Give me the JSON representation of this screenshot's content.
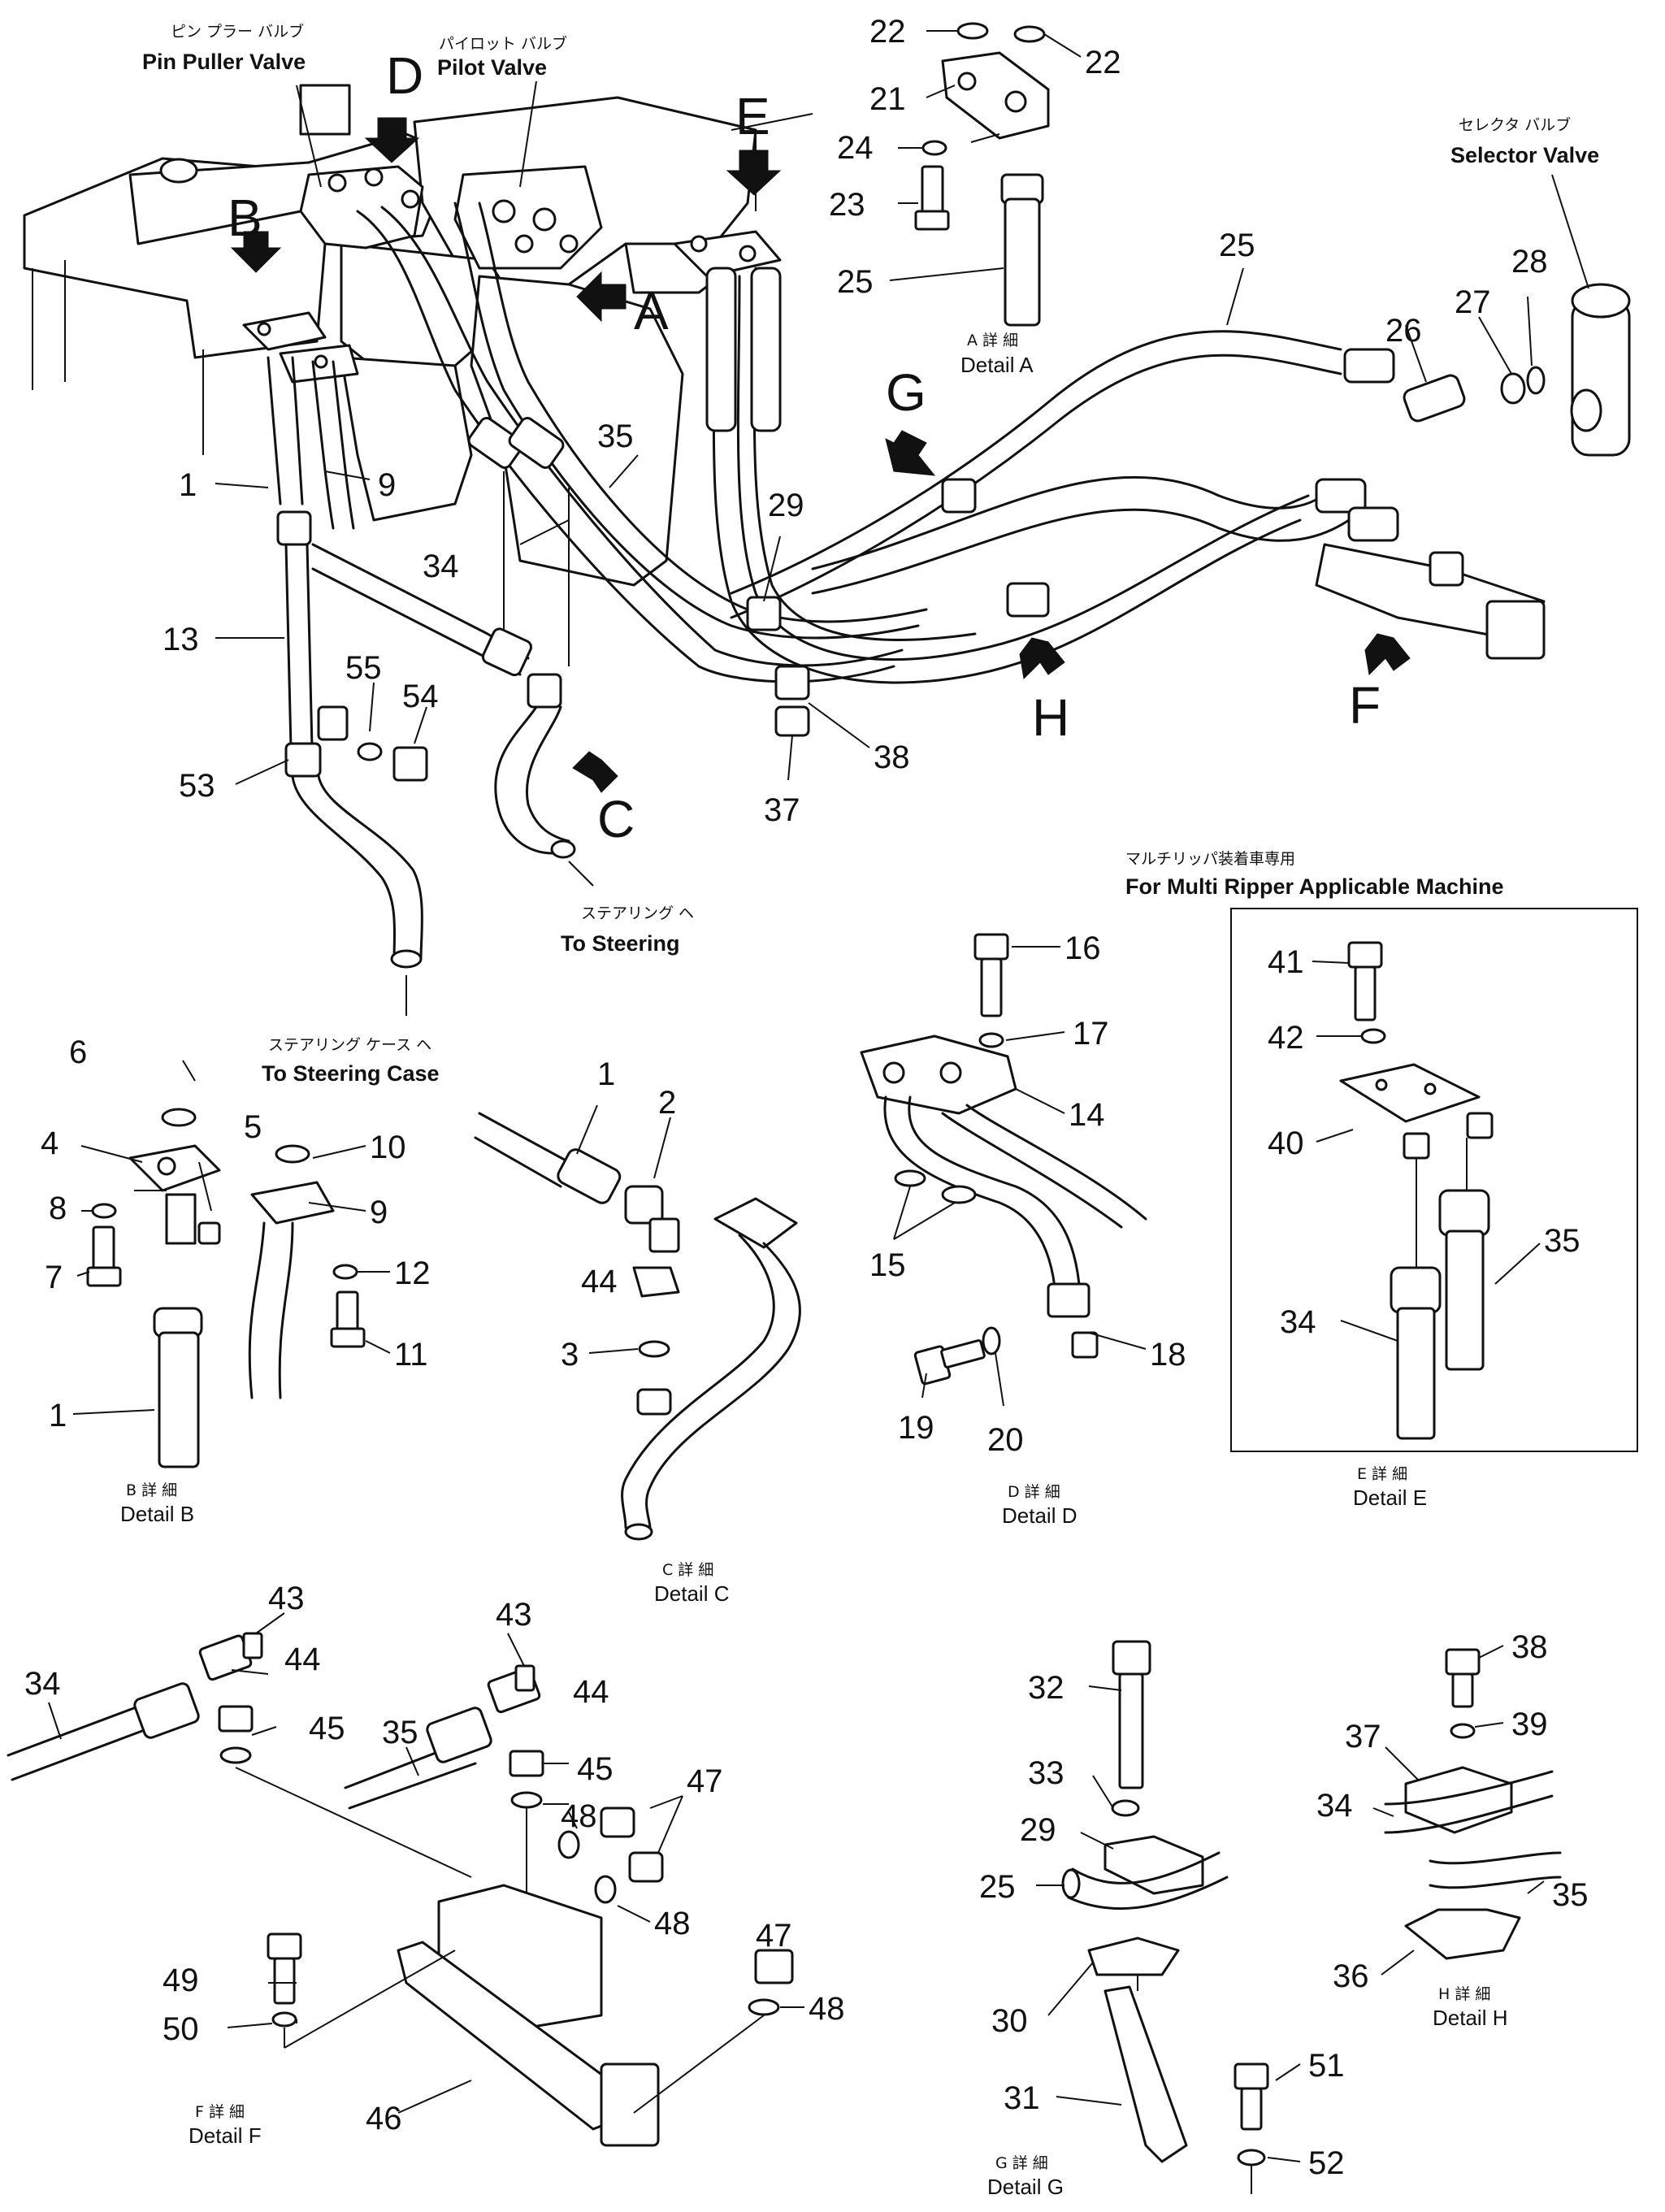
{
  "captions": {
    "pin_puller_jp": "ピン プラー バルブ",
    "pin_puller_en": "Pin Puller Valve",
    "pilot_jp": "パイロット バルブ",
    "pilot_en": "Pilot Valve",
    "selector_jp": "セレクタ バルブ",
    "selector_en": "Selector Valve",
    "steering_jp": "ステアリング ヘ",
    "steering_en": "To Steering",
    "steering_case_jp": "ステアリング ケース ヘ",
    "steering_case_en": "To Steering Case",
    "multi_ripper_jp": "マルチリッパ装着車専用",
    "multi_ripper_en": "For Multi Ripper Applicable Machine"
  },
  "view_letters": [
    "A",
    "B",
    "C",
    "D",
    "E",
    "F",
    "G",
    "H"
  ],
  "detail_captions": {
    "A": {
      "jp": "A 詳 細",
      "en": "Detail A"
    },
    "B": {
      "jp": "B 詳 細",
      "en": "Detail B"
    },
    "C": {
      "jp": "C 詳 細",
      "en": "Detail C"
    },
    "D": {
      "jp": "D 詳 細",
      "en": "Detail D"
    },
    "E": {
      "jp": "E 詳 細",
      "en": "Detail E"
    },
    "F": {
      "jp": "F 詳 細",
      "en": "Detail F"
    },
    "G": {
      "jp": "G 詳 細",
      "en": "Detail G"
    },
    "H": {
      "jp": "H 詳 細",
      "en": "Detail H"
    }
  },
  "callouts": {
    "main": [
      "1",
      "9",
      "13",
      "53",
      "55",
      "54",
      "35",
      "34",
      "29",
      "25",
      "26",
      "27",
      "28",
      "37",
      "38"
    ],
    "detail_a": [
      "22",
      "22",
      "21",
      "24",
      "23",
      "25"
    ],
    "detail_b": [
      "6",
      "4",
      "5",
      "8",
      "7",
      "1",
      "10",
      "9",
      "12",
      "11"
    ],
    "detail_c": [
      "1",
      "2",
      "44",
      "3"
    ],
    "detail_d": [
      "16",
      "17",
      "14",
      "15",
      "18",
      "19",
      "20"
    ],
    "detail_e": [
      "41",
      "42",
      "40",
      "35",
      "34"
    ],
    "detail_f": [
      "34",
      "43",
      "44",
      "45",
      "35",
      "43",
      "44",
      "45",
      "48",
      "47",
      "48",
      "47",
      "48",
      "49",
      "50",
      "46"
    ],
    "detail_g": [
      "32",
      "33",
      "29",
      "25",
      "30",
      "31",
      "51",
      "52"
    ],
    "detail_h": [
      "38",
      "39",
      "37",
      "34",
      "35",
      "36"
    ]
  }
}
